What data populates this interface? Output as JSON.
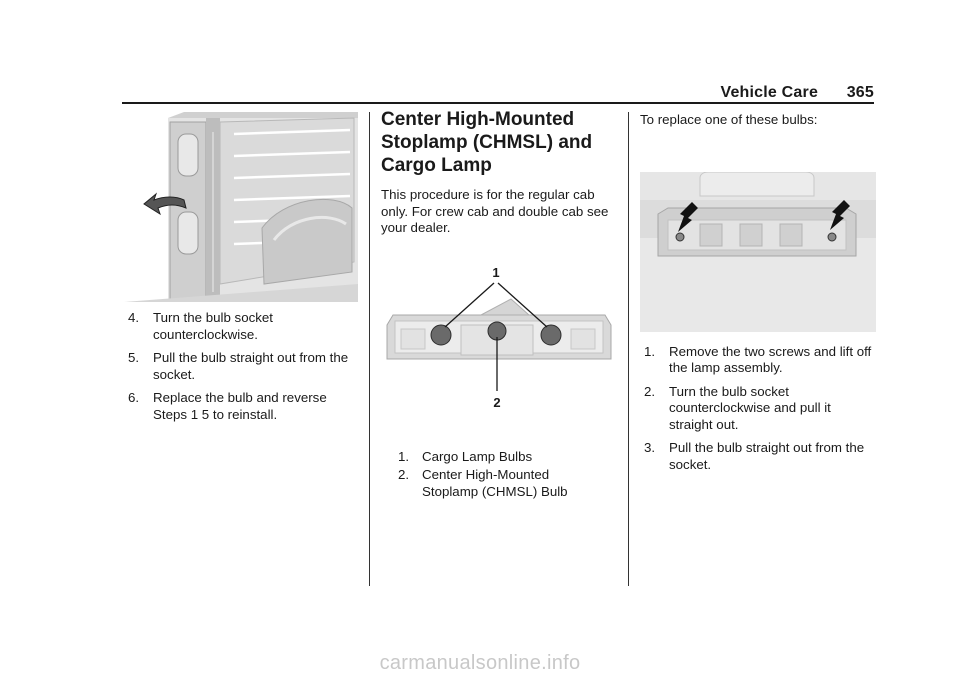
{
  "header": {
    "section": "Vehicle Care",
    "page_number": "365"
  },
  "col1": {
    "steps": [
      {
        "num": "4.",
        "text": "Turn the bulb socket counterclockwise."
      },
      {
        "num": "5.",
        "text": "Pull the bulb straight out from the socket."
      },
      {
        "num": "6.",
        "text": "Replace the bulb and reverse Steps 1  5 to reinstall."
      }
    ]
  },
  "col2": {
    "title_lines": [
      "Center High-Mounted",
      "Stoplamp (CHMSL) and",
      "Cargo Lamp"
    ],
    "intro": "This procedure is for the regular cab only. For crew cab and double cab see your dealer.",
    "callout_1": "1",
    "callout_2": "2",
    "legend": [
      {
        "num": "1.",
        "text": "Cargo Lamp Bulbs"
      },
      {
        "num": "2.",
        "text": "Center High-Mounted Stoplamp (CHMSL) Bulb"
      }
    ]
  },
  "col3": {
    "intro": "To replace one of these bulbs:",
    "steps": [
      {
        "num": "1.",
        "text": "Remove the two screws and lift off the lamp assembly."
      },
      {
        "num": "2.",
        "text": "Turn the bulb socket counterclockwise and pull it straight out."
      },
      {
        "num": "3.",
        "text": "Pull the bulb straight out from the socket."
      }
    ]
  },
  "footer": {
    "watermark": "carmanualsonline.info"
  }
}
